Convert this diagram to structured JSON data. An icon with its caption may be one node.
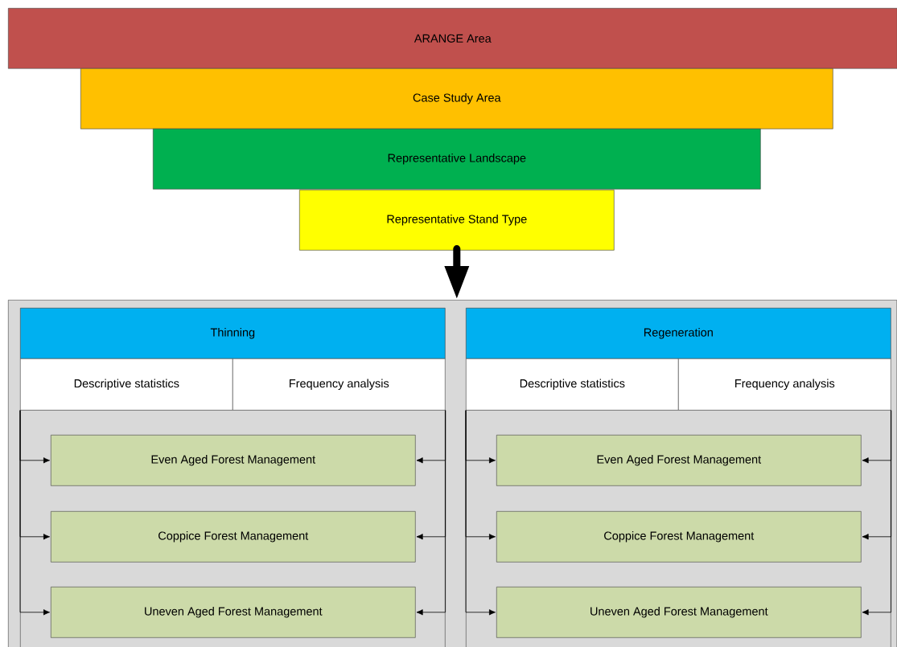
{
  "diagram": {
    "nodes": [
      {
        "text": [
          "ARANGE Area"
        ]
      },
      {
        "text": [
          "Case Study Area"
        ]
      },
      {
        "text": [
          "Representative Landscape"
        ]
      },
      {
        "text": [
          "Representative Stand Type"
        ]
      },
      {
        "text": [],
        "shape": "box"
      },
      {
        "text": [
          "Thinning"
        ],
        "in": 4
      },
      {
        "text": [
          "Descriptive statistics"
        ],
        "in": 4
      },
      {
        "text": [
          "Frequency analysis"
        ],
        "in": 4
      },
      {
        "text": [],
        "shape": "box",
        "in": 4
      },
      {
        "text": [
          "Even Aged Forest Management"
        ],
        "in": 8
      },
      {
        "text": [
          "Coppice Forest Management"
        ],
        "in": 8
      },
      {
        "text": [
          "Uneven Aged Forest Management"
        ],
        "in": 8
      },
      {
        "text": [
          "Regeneration"
        ],
        "in": 4
      },
      {
        "text": [
          "Descriptive statistics"
        ],
        "in": 4
      },
      {
        "text": [
          "Frequency analysis"
        ],
        "in": 4
      },
      {
        "text": [],
        "shape": "box",
        "in": 4
      },
      {
        "text": [
          "Even Aged Forest Management"
        ],
        "in": 15
      },
      {
        "text": [
          "Coppice Forest Management"
        ],
        "in": 15
      },
      {
        "text": [
          "Uneven Aged Forest Management"
        ],
        "in": 15
      }
    ],
    "edges": [
      {
        "from": 3,
        "to": 4,
        "arrow": "to",
        "style": "thick"
      },
      {
        "from": 6,
        "to": 9,
        "arrow": "to"
      },
      {
        "from": 6,
        "to": 10,
        "arrow": "to"
      },
      {
        "from": 6,
        "to": 11,
        "arrow": "to"
      },
      {
        "from": 7,
        "to": 9,
        "arrow": "to"
      },
      {
        "from": 7,
        "to": 10,
        "arrow": "to"
      },
      {
        "from": 7,
        "to": 11,
        "arrow": "to"
      },
      {
        "from": 13,
        "to": 16,
        "arrow": "to"
      },
      {
        "from": 13,
        "to": 17,
        "arrow": "to"
      },
      {
        "from": 13,
        "to": 18,
        "arrow": "to"
      },
      {
        "from": 14,
        "to": 16,
        "arrow": "to"
      },
      {
        "from": 14,
        "to": 17,
        "arrow": "to"
      },
      {
        "from": 14,
        "to": 18,
        "arrow": "to"
      }
    ]
  }
}
